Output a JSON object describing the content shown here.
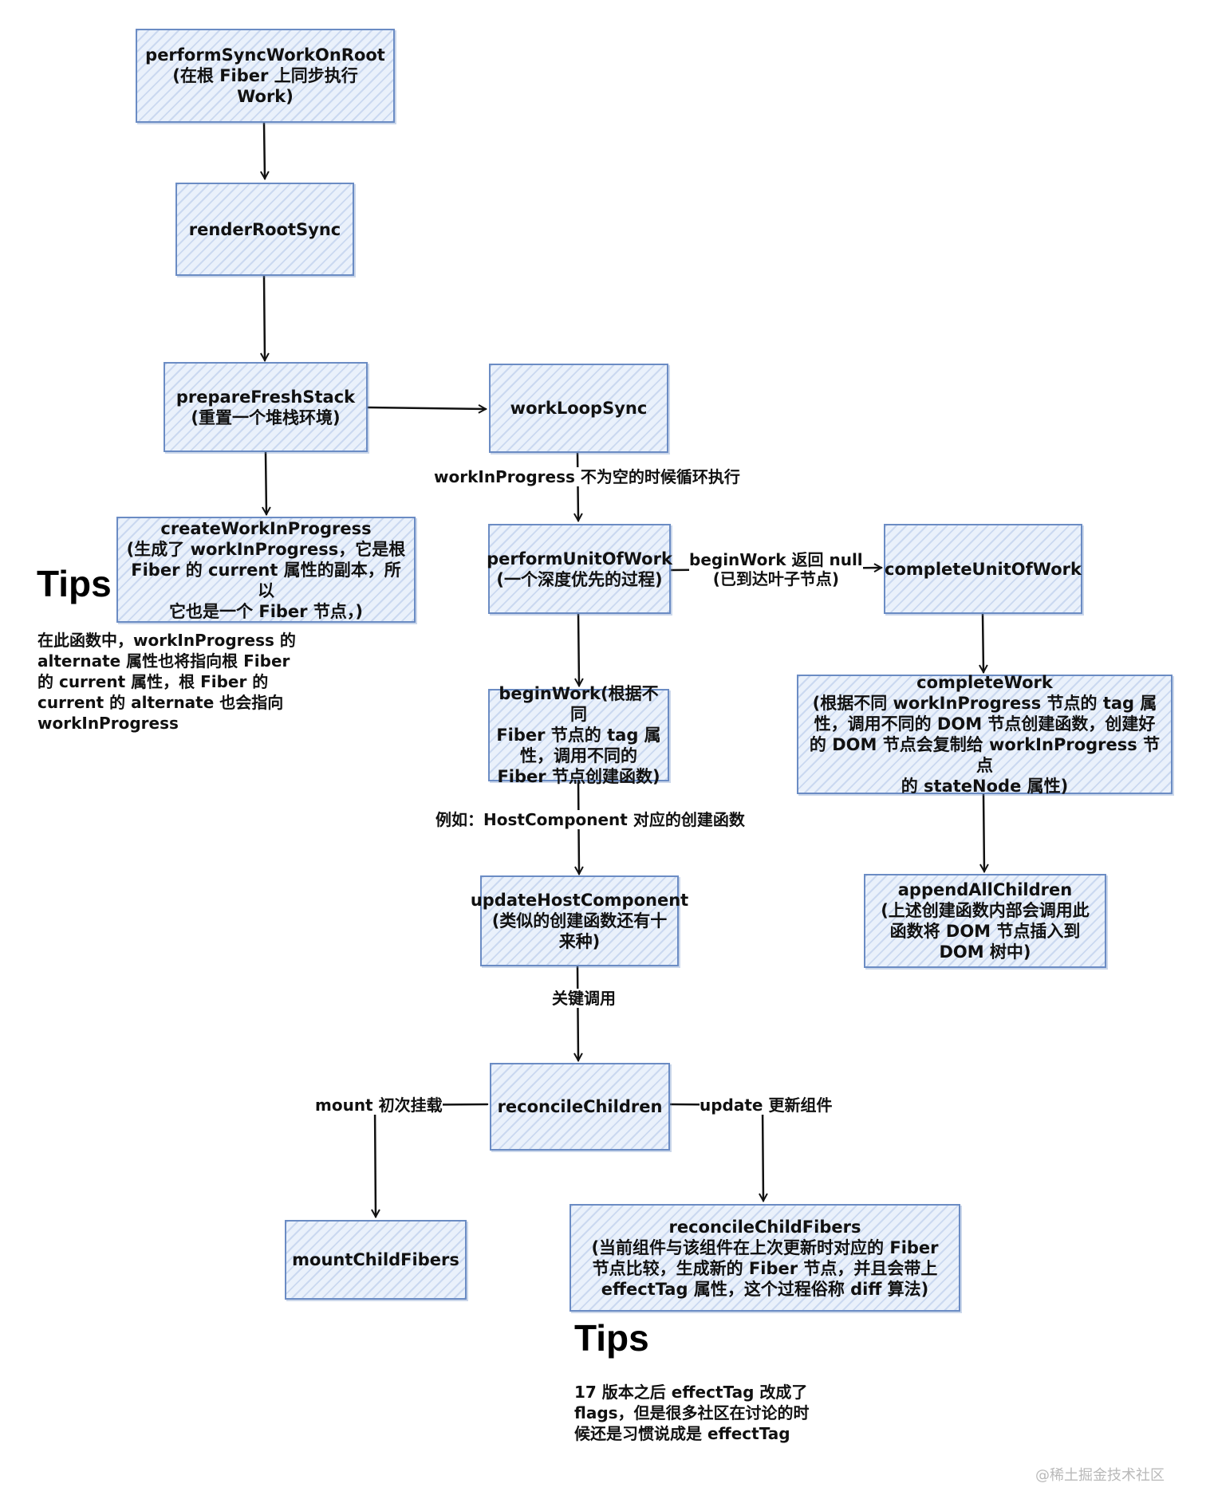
{
  "nodes": {
    "perform_sync_work_on_root": "performSyncWorkOnRoot\n(在根 Fiber 上同步执行 Work)",
    "render_root_sync": "renderRootSync",
    "prepare_fresh_stack": "prepareFreshStack\n(重置一个堆栈环境)",
    "work_loop_sync": "workLoopSync",
    "create_work_in_progress": "createWorkInProgress\n(生成了 workInProgress，它是根\nFiber 的 current 属性的副本，所以\n它也是一个 Fiber 节点，)",
    "perform_unit_of_work": "performUnitOfWork\n(一个深度优先的过程)",
    "complete_unit_of_work": "completeUnitOfWork",
    "begin_work": "beginWork(根据不同\nFiber 节点的 tag 属\n性，调用不同的\nFiber 节点创建函数)",
    "complete_work": "completeWork\n(根据不同 workInProgress 节点的 tag 属\n性，调用不同的 DOM 节点创建函数，创建好\n的 DOM 节点会复制给 workInProgress 节点\n的 stateNode 属性)",
    "append_all_children": "appendAllChildren\n(上述创建函数内部会调用此\n函数将 DOM 节点插入到\nDOM 树中)",
    "update_host_component": "updateHostComponent\n(类似的创建函数还有十\n来种)",
    "reconcile_children": "reconcileChildren",
    "mount_child_fibers": "mountChildFibers",
    "reconcile_child_fibers": "reconcileChildFibers\n(当前组件与该组件在上次更新时对应的 Fiber\n节点比较，生成新的 Fiber 节点，并且会带上\neffectTag 属性，这个过程俗称 diff 算法)"
  },
  "edge_labels": {
    "loop_condition": "workInProgress 不为空的时候循环执行",
    "begin_work_null": "beginWork 返回 null\n(已到达叶子节点)",
    "example": "例如：HostComponent 对应的创建函数",
    "key_call": "关键调用",
    "mount": "mount 初次挂载",
    "update": "update 更新组件"
  },
  "tips": [
    {
      "title": "Tips",
      "body": "在此函数中，workInProgress 的\nalternate 属性也将指向根 Fiber\n的 current 属性，根 Fiber 的\ncurrent 的 alternate 也会指向\nworkInProgress"
    },
    {
      "title": "Tips",
      "body": "17 版本之后 effectTag 改成了\nflags，但是很多社区在讨论的时\n候还是习惯说成是 effectTag"
    }
  ],
  "watermark": "@稀土掘金技术社区",
  "colors": {
    "node_border": "#6b8cc4",
    "node_fill": "#eaf1fb",
    "arrow": "#111111"
  }
}
